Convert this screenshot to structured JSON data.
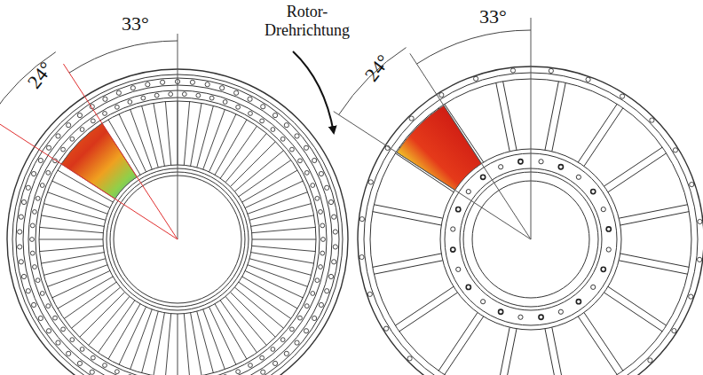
{
  "diagram": {
    "labels": [
      "33°",
      "24°",
      "Rotor- Drehrichtung",
      "33°",
      "24°"
    ]
  }
}
